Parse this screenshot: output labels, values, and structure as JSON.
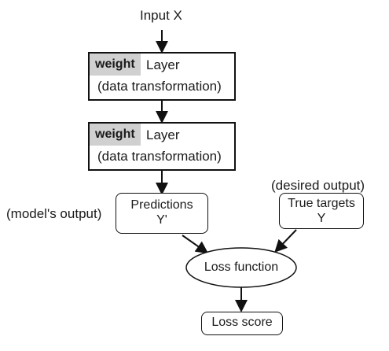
{
  "input_label": "Input X",
  "layers": [
    {
      "weight_label": "weight",
      "title": "Layer",
      "subtitle": "(data transformation)"
    },
    {
      "weight_label": "weight",
      "title": "Layer",
      "subtitle": "(data transformation)"
    }
  ],
  "predictions": {
    "line1": "Predictions",
    "line2": "Y'",
    "annotation": "(model's output)"
  },
  "targets": {
    "line1": "True targets",
    "line2": "Y",
    "annotation": "(desired output)"
  },
  "loss_function": "Loss function",
  "loss_score": "Loss score"
}
